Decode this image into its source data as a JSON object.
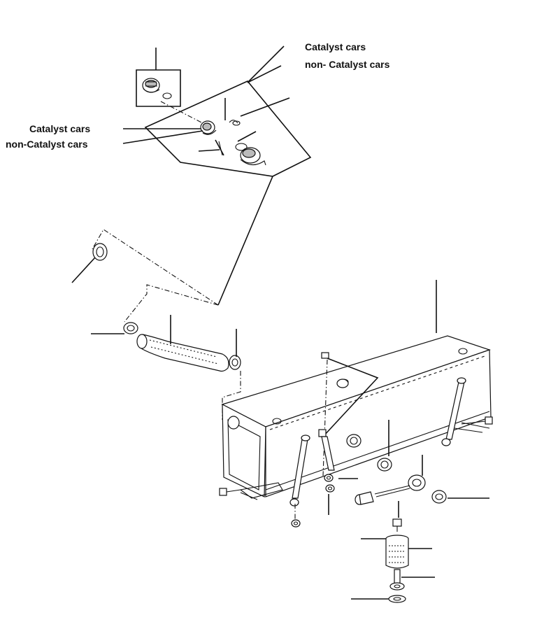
{
  "labels": {
    "top_right_catalyst": "Catalyst cars",
    "top_right_non_catalyst": "non- Catalyst cars",
    "left_catalyst": "Catalyst cars",
    "left_non_catalyst": "non-Catalyst cars"
  }
}
